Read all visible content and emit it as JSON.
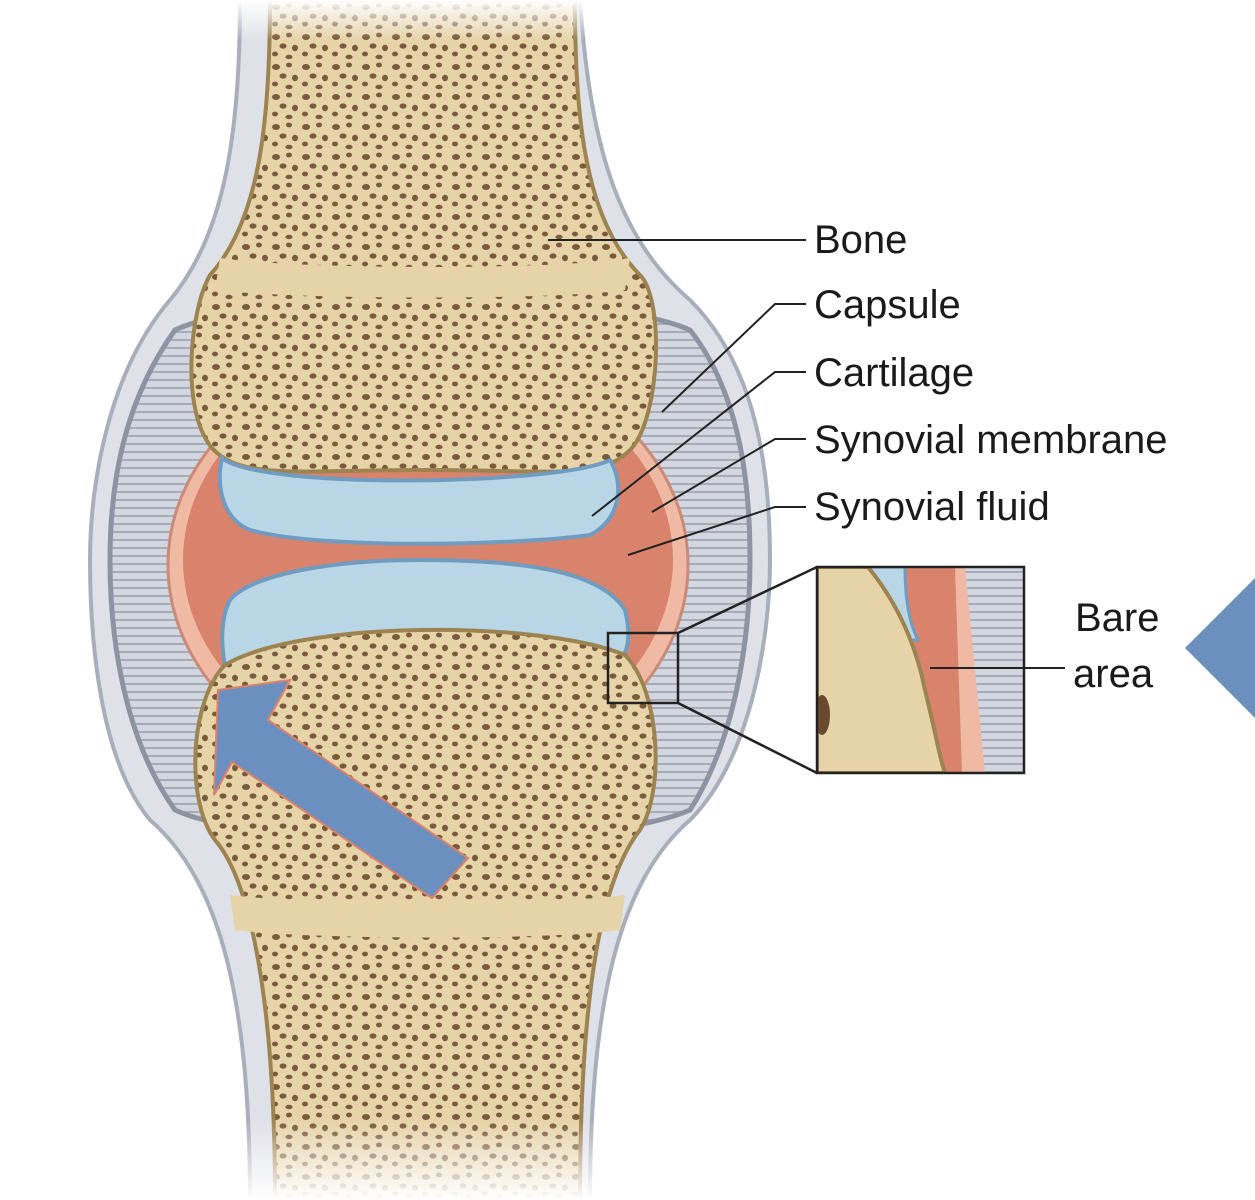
{
  "labels": {
    "bone": "Bone",
    "capsule": "Capsule",
    "cartilage": "Cartilage",
    "synovial_membrane": "Synovial membrane",
    "synovial_fluid": "Synovial fluid",
    "bare_area_line1": "Bare",
    "bare_area_line2": "area"
  },
  "colors": {
    "bone_fill": "#e6d3a8",
    "bone_outline": "#9c8350",
    "spongy_pore": "#7a5a3c",
    "cartilage_fill": "#b9d6e6",
    "cartilage_outline": "#6f9cc0",
    "synovial_fluid": "#d9826c",
    "synovial_membrane": "#f0b9a4",
    "capsule_fill": "#c9ccd6",
    "capsule_line": "#8e93a3",
    "arrow_fill": "#6b8fbf",
    "leader_line": "#222222"
  }
}
